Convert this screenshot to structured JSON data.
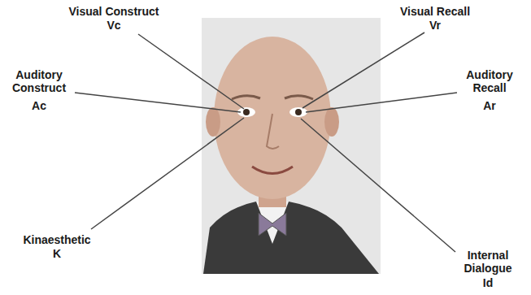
{
  "diagram": {
    "labels": [
      "Visual Construct",
      "Vc",
      "Visual Recall",
      "Vr",
      "Auditory Construct",
      "Ac",
      "Auditory Recall",
      "Ar",
      "Kinaesthetic",
      "K",
      "Internal Dialogue",
      "Id"
    ]
  }
}
